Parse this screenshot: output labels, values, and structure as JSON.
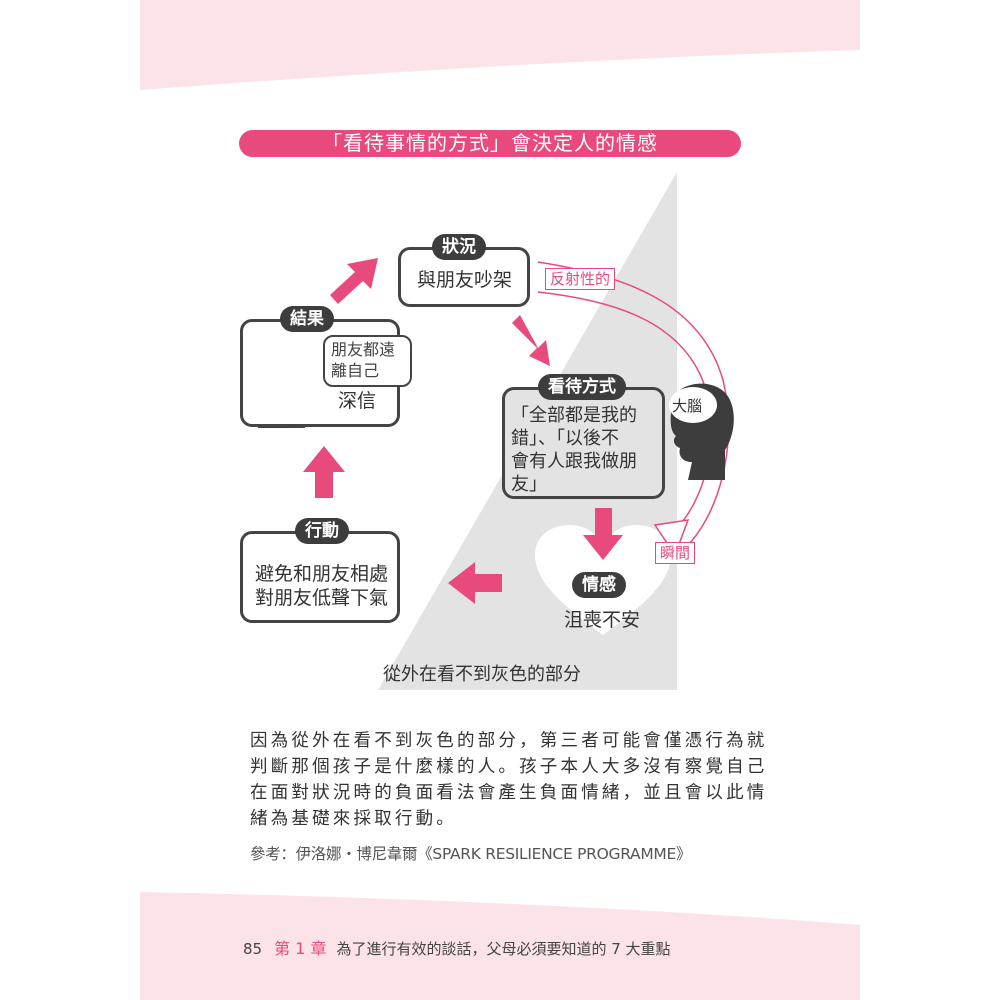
{
  "colors": {
    "accent_pink": "#e94a7c",
    "light_pink_bg": "#fbe3e7",
    "gray_area": "#e3e3e3",
    "dark_tag": "#3d3d3d"
  },
  "banner": {
    "title": "「看待事情的方式」會決定人的情感"
  },
  "diagram": {
    "situation": {
      "tag": "狀況",
      "text": "與朋友吵架"
    },
    "reflexive_label": "反射性的",
    "perspective": {
      "tag": "看待方式",
      "lines": [
        "「全部都是我的",
        "錯」、「以後不",
        "會有人跟我做朋",
        "友」"
      ]
    },
    "brain_label": "大腦",
    "instant_label": "瞬間",
    "emotion": {
      "tag": "情感",
      "text": "沮喪不安"
    },
    "action": {
      "tag": "行動",
      "lines": [
        "避免和朋友相處",
        "對朋友低聲下氣"
      ]
    },
    "result": {
      "tag": "結果",
      "bubble_lines": [
        "朋友都遠",
        "離自己"
      ],
      "text": "深信"
    },
    "gray_caption": "從外在看不到灰色的部分"
  },
  "body": {
    "paragraph": "因為從外在看不到灰色的部分，第三者可能會僅憑行為就判斷那個孩子是什麼樣的人。孩子本人大多沒有察覺自己在面對狀況時的負面看法會產生負面情緒，並且會以此情緒為基礎來採取行動。",
    "reference": "參考：伊洛娜・博尼韋爾《SPARK RESILIENCE PROGRAMME》"
  },
  "footer": {
    "page_number": "85",
    "chapter": "第 1 章",
    "chapter_title": "為了進行有效的談話，父母必須要知道的 7 大重點"
  }
}
